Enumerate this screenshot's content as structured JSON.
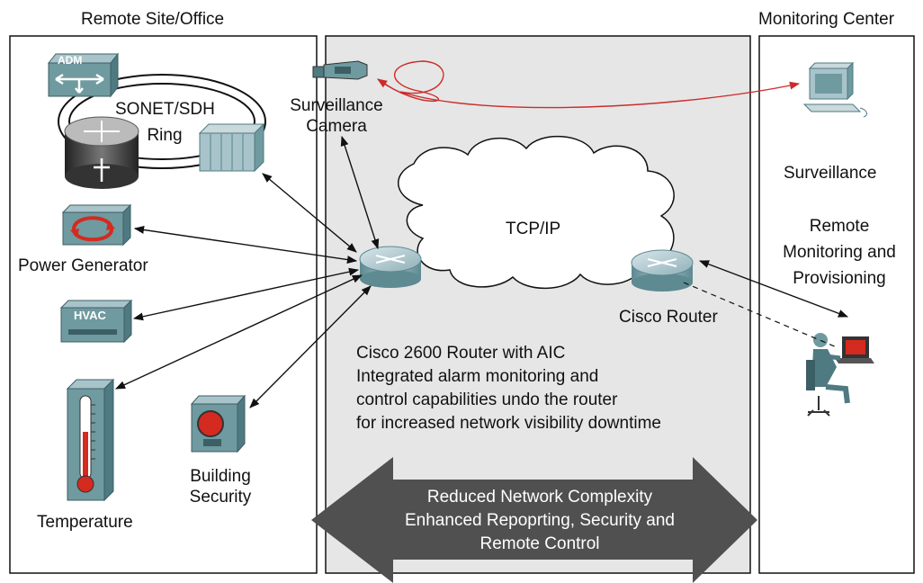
{
  "regions": {
    "remote_site": "Remote Site/Office",
    "monitoring_center": "Monitoring Center"
  },
  "devices": {
    "adm": "ADM",
    "ring_line1": "SONET/SDH",
    "ring_line2": "Ring",
    "surveillance_camera_line1": "Surveillance",
    "surveillance_camera_line2": "Camera",
    "power_generator": "Power Generator",
    "hvac": "HVAC",
    "temperature": "Temperature",
    "building_security_line1": "Building",
    "building_security_line2": "Security",
    "cloud": "TCP/IP",
    "cisco_router": "Cisco Router",
    "surveillance": "Surveillance",
    "remote_monitoring_line1": "Remote",
    "remote_monitoring_line2": "Monitoring and",
    "remote_monitoring_line3": "Provisioning"
  },
  "note": {
    "line1": "Cisco 2600 Router with AIC",
    "line2": "Integrated alarm monitoring and",
    "line3": "control capabilities undo the router",
    "line4": "for increased network visibility downtime"
  },
  "banner": {
    "line1": "Reduced Network Complexity",
    "line2": "Enhanced Repoprting, Security and",
    "line3": "Remote Control"
  },
  "colors": {
    "center_panel": "#e6e6e6",
    "device_teal": "#6f9a9f",
    "arrow_dark": "#505050",
    "camera_link": "#cc2b2b",
    "alarm_red": "#d42a1f"
  }
}
